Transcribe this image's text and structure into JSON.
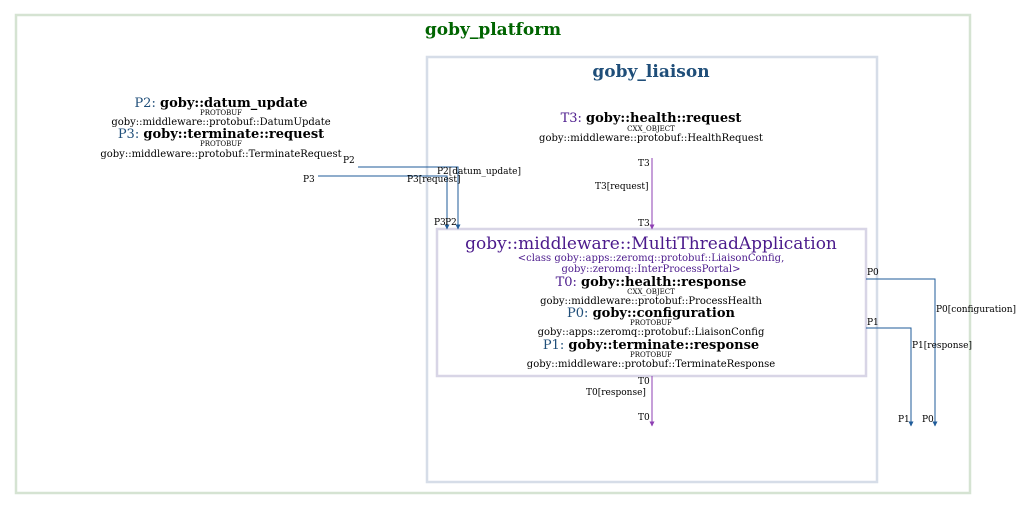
{
  "colors": {
    "outer_border": "#d5e3d2",
    "outer_title": "#006400",
    "liaison_border": "#d6dde8",
    "liaison_title": "#1f4e79",
    "app_border": "#d8d5e6",
    "app_title": "#4b1a8c",
    "protobuf_label": "#1f4e79",
    "cxx_label": "#4b1a8c",
    "edge_blue": "#1f5b99",
    "edge_purple": "#8e3fb3"
  },
  "platform": {
    "title": "goby_platform"
  },
  "liaison": {
    "title": "goby_liaison"
  },
  "external": {
    "p2_key": "P2:",
    "p2_name": "goby::datum_update",
    "p2_scheme": "PROTOBUF",
    "p2_type": "goby::middleware::protobuf::DatumUpdate",
    "p3_key": "P3:",
    "p3_name": "goby::terminate::request",
    "p3_scheme": "PROTOBUF",
    "p3_type": "goby::middleware::protobuf::TerminateRequest"
  },
  "health_request": {
    "key": "T3:",
    "name": "goby::health::request",
    "scheme": "CXX_OBJECT",
    "type": "goby::middleware::protobuf::HealthRequest"
  },
  "app": {
    "title": "goby::middleware::MultiThreadApplication",
    "template_line1": "<class goby::apps::zeromq::protobuf::LiaisonConfig,",
    "template_line2": "goby::zeromq::InterProcessPortal>",
    "t0_key": "T0:",
    "t0_name": "goby::health::response",
    "t0_scheme": "CXX_OBJECT",
    "t0_type": "goby::middleware::protobuf::ProcessHealth",
    "p0_key": "P0:",
    "p0_name": "goby::configuration",
    "p0_scheme": "PROTOBUF",
    "p0_type": "goby::apps::zeromq::protobuf::LiaisonConfig",
    "p1_key": "P1:",
    "p1_name": "goby::terminate::response",
    "p1_scheme": "PROTOBUF",
    "p1_type": "goby::middleware::protobuf::TerminateResponse"
  },
  "ports": {
    "p2_out": "P2",
    "p3_out": "P3",
    "p2_edge": "P2[datum_update]",
    "p3_edge": "P3[request]",
    "p3_in": "P3",
    "p2_in": "P2",
    "t3_out": "T3",
    "t3_edge": "T3[request]",
    "t3_in": "T3",
    "p0_out": "P0",
    "p0_edge": "P0[configuration]",
    "p0_in": "P0",
    "p1_out": "P1",
    "p1_edge": "P1[response]",
    "p1_in": "P1",
    "t0_out": "T0",
    "t0_edge": "T0[response]",
    "t0_in": "T0"
  }
}
